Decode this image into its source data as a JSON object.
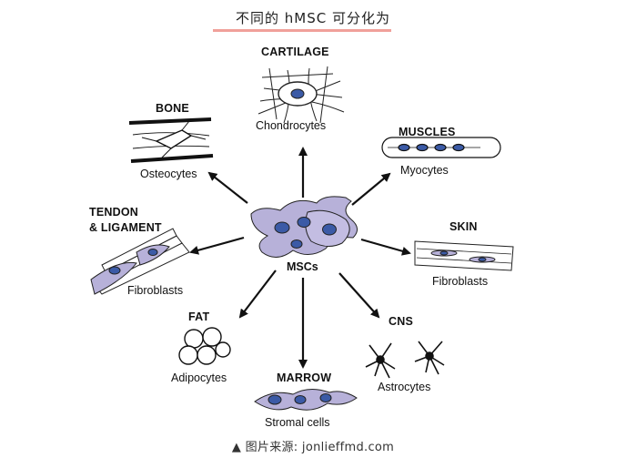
{
  "header": {
    "title": "不同的 hMSC 可分化为",
    "underline_color": "#f0a09a"
  },
  "diagram": {
    "center_label": "MSCs",
    "nodes": [
      {
        "category": "CARTILAGE",
        "cell": "Chondrocytes"
      },
      {
        "category": "BONE",
        "cell": "Osteocytes"
      },
      {
        "category": "MUSCLES",
        "cell": "Myocytes"
      },
      {
        "category": "TENDON\n& LIGAMENT",
        "cell": "Fibroblasts"
      },
      {
        "category": "SKIN",
        "cell": "Fibroblasts"
      },
      {
        "category": "FAT",
        "cell": "Adipocytes"
      },
      {
        "category": "CNS",
        "cell": "Astrocytes"
      },
      {
        "category": "MARROW",
        "cell": "Stromal cells"
      }
    ],
    "colors": {
      "cell_fill": "#b7b1d9",
      "nucleus": "#3b5aa6",
      "arrow": "#111111"
    }
  },
  "footer": {
    "source": "▲ 图片来源: jonlieffmd.com"
  }
}
